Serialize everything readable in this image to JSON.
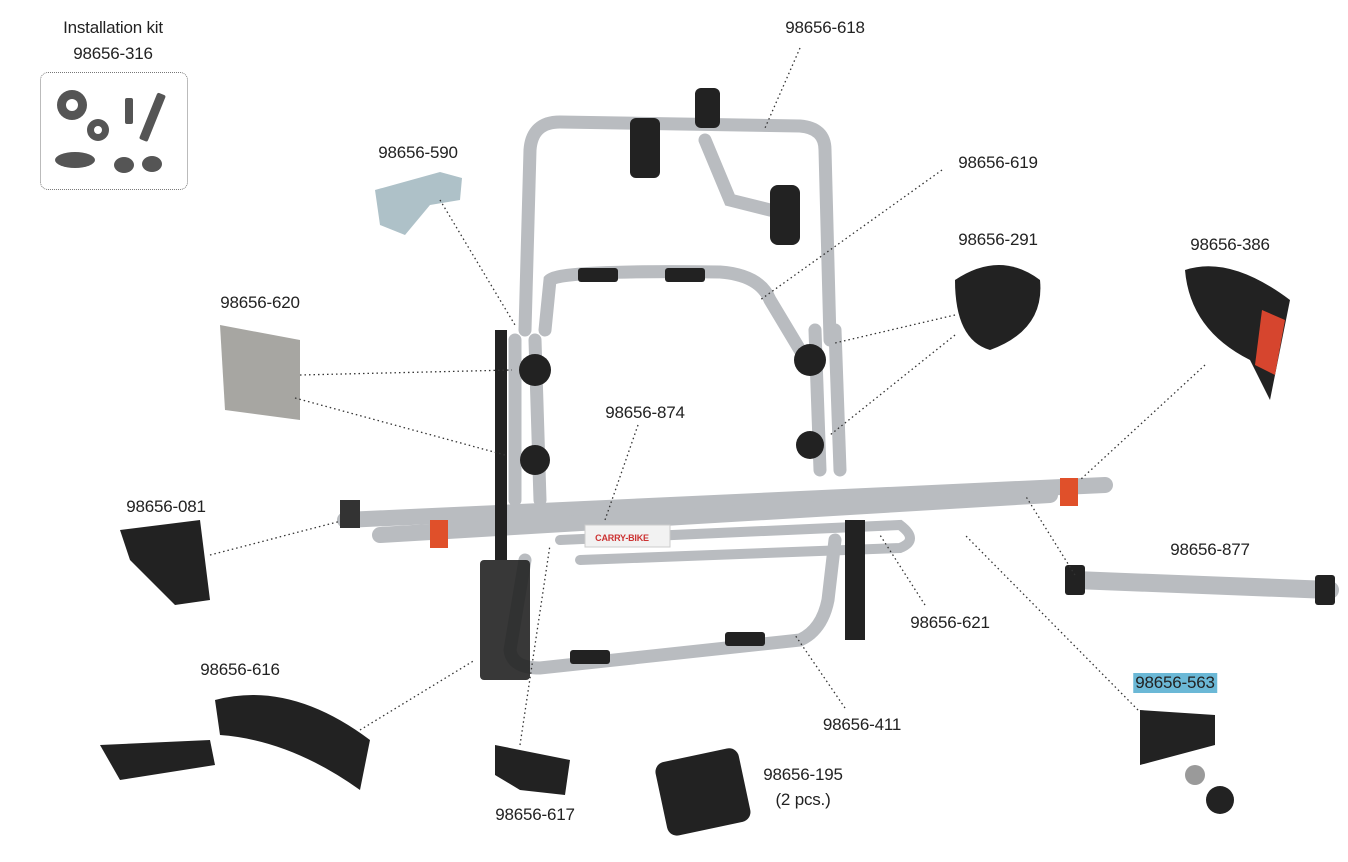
{
  "kit": {
    "title": "Installation kit",
    "part": "98656-316"
  },
  "parts": {
    "p618": "98656-618",
    "p590": "98656-590",
    "p619": "98656-619",
    "p291": "98656-291",
    "p386": "98656-386",
    "p620": "98656-620",
    "p874": "98656-874",
    "p081": "98656-081",
    "p877": "98656-877",
    "p621": "98656-621",
    "p616": "98656-616",
    "p563": "98656-563",
    "p411": "98656-411",
    "p195": "98656-195",
    "p195_qty": "(2 pcs.)",
    "p617": "98656-617"
  },
  "product_brand": "CARRY-BIKE",
  "colors": {
    "highlight": "#6bb8d6",
    "frame": "#b9bcc0",
    "rubber": "#222222",
    "accent": "#e0502a"
  }
}
